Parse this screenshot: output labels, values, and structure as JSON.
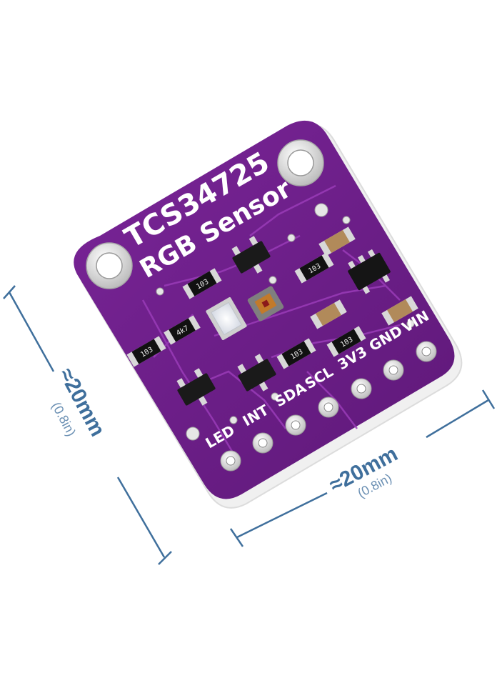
{
  "board": {
    "model": "TCS34725",
    "subtitle": "RGB Sensor",
    "pins": [
      "LED",
      "INT",
      "SDA",
      "SCL",
      "3V3",
      "GND",
      "VIN"
    ],
    "resistor_codes": [
      "103",
      "103",
      "103",
      "103",
      "103"
    ],
    "resistor_4k7": "4k7",
    "colors": {
      "pcb": "#6e1f8c",
      "pcb_dark": "#4a1260",
      "trace": "#8b2fa8",
      "silkscreen": "#ffffff",
      "pad": "#e8e8e8"
    }
  },
  "dimensions": {
    "height": {
      "label": "≈20mm",
      "sub": "(0.8in)"
    },
    "width": {
      "label": "≈20mm",
      "sub": "(0.8in)"
    },
    "color": "#3f6f9c"
  }
}
